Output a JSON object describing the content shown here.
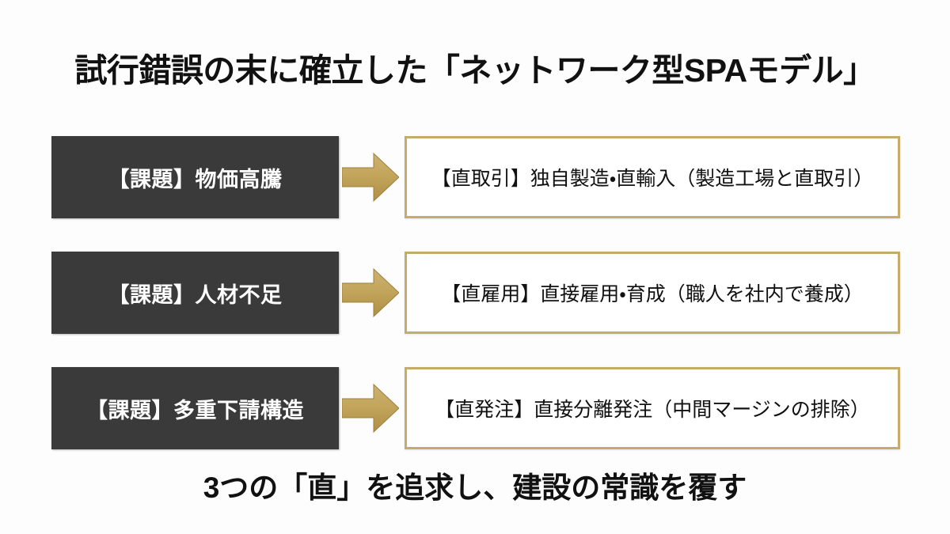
{
  "slide": {
    "title": "試行錯誤の末に確立した「ネットワーク型SPAモデル」",
    "footer": "3つの「直」を追求し、建設の常識を覆す",
    "background_color": "#FDFDFD",
    "problem_box_color": "#3A3A3A",
    "solution_border_color": "#C6AB6A",
    "arrow_color": "#C3A55C",
    "text_color": "#111111"
  },
  "rows": [
    {
      "problem": "【課題】物価高騰",
      "arrow": "right-arrow-icon",
      "solution": "【直取引】独自製造・直輸入（製造工場と直取引）"
    },
    {
      "problem": "【課題】人材不足",
      "arrow": "right-arrow-icon",
      "solution": "【直雇用】直接雇用・育成（職人を社内で養成）"
    },
    {
      "problem": "【課題】多重下請構造",
      "arrow": "right-arrow-icon",
      "solution": "【直発注】直接分離発注（中間マージンの排除）"
    }
  ]
}
